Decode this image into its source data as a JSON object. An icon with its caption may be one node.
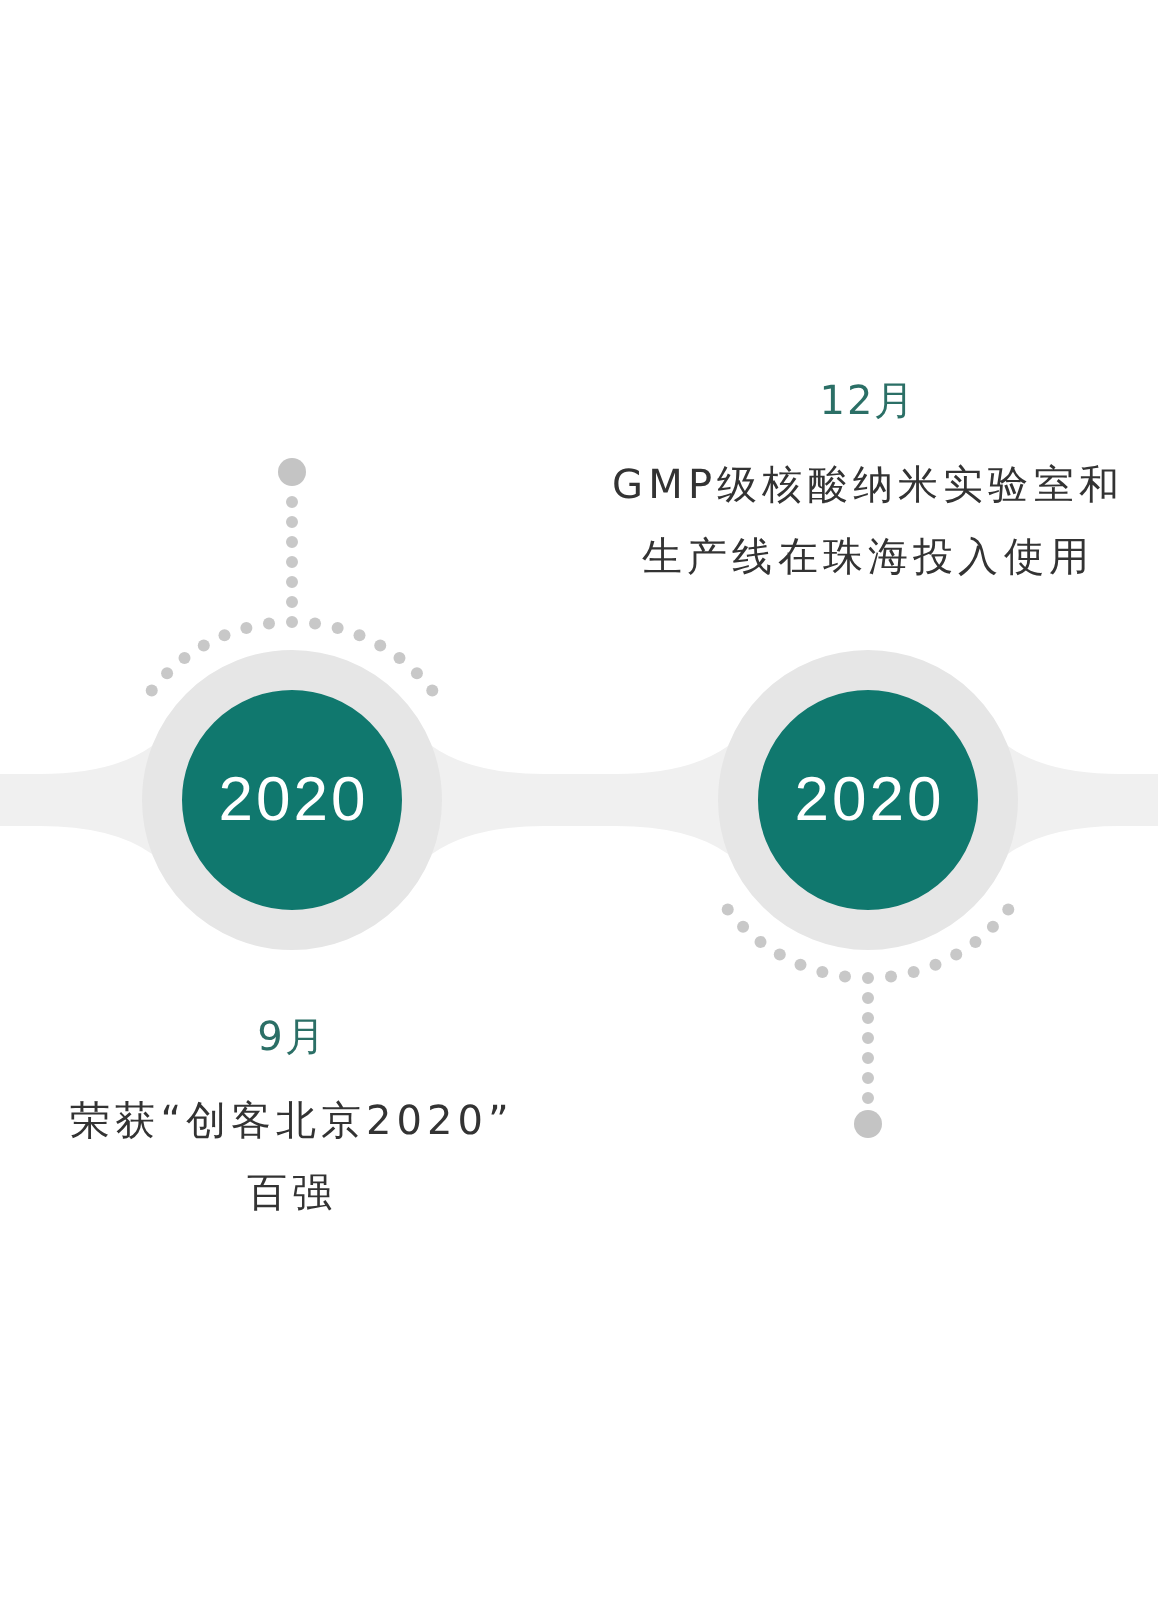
{
  "diagram": {
    "nodes": [
      {
        "text": [],
        "shape": "circle"
      },
      {
        "text": [
          "2020"
        ],
        "beside": [
          "9月",
          "荣获“创客北京2020”百强"
        ]
      },
      {
        "text": [
          "2020"
        ],
        "beside": [
          "12月",
          "GMP级核酸纳米实验室和生产线在珠海投入使用"
        ]
      },
      {
        "text": [],
        "shape": "circle"
      }
    ],
    "edges": [
      {
        "from": null,
        "to": 1,
        "arrow": "none",
        "style": "thick"
      },
      {
        "from": 1,
        "to": 2,
        "arrow": "none",
        "style": "thick"
      },
      {
        "from": 2,
        "to": null,
        "arrow": "none",
        "style": "thick"
      },
      {
        "from": 1,
        "to": 0,
        "arrow": "none",
        "style": "dashed",
        "color": "#c8c8c8"
      },
      {
        "from": 2,
        "to": 3,
        "arrow": "none",
        "style": "dashed",
        "color": "#c8c8c8"
      }
    ]
  }
}
